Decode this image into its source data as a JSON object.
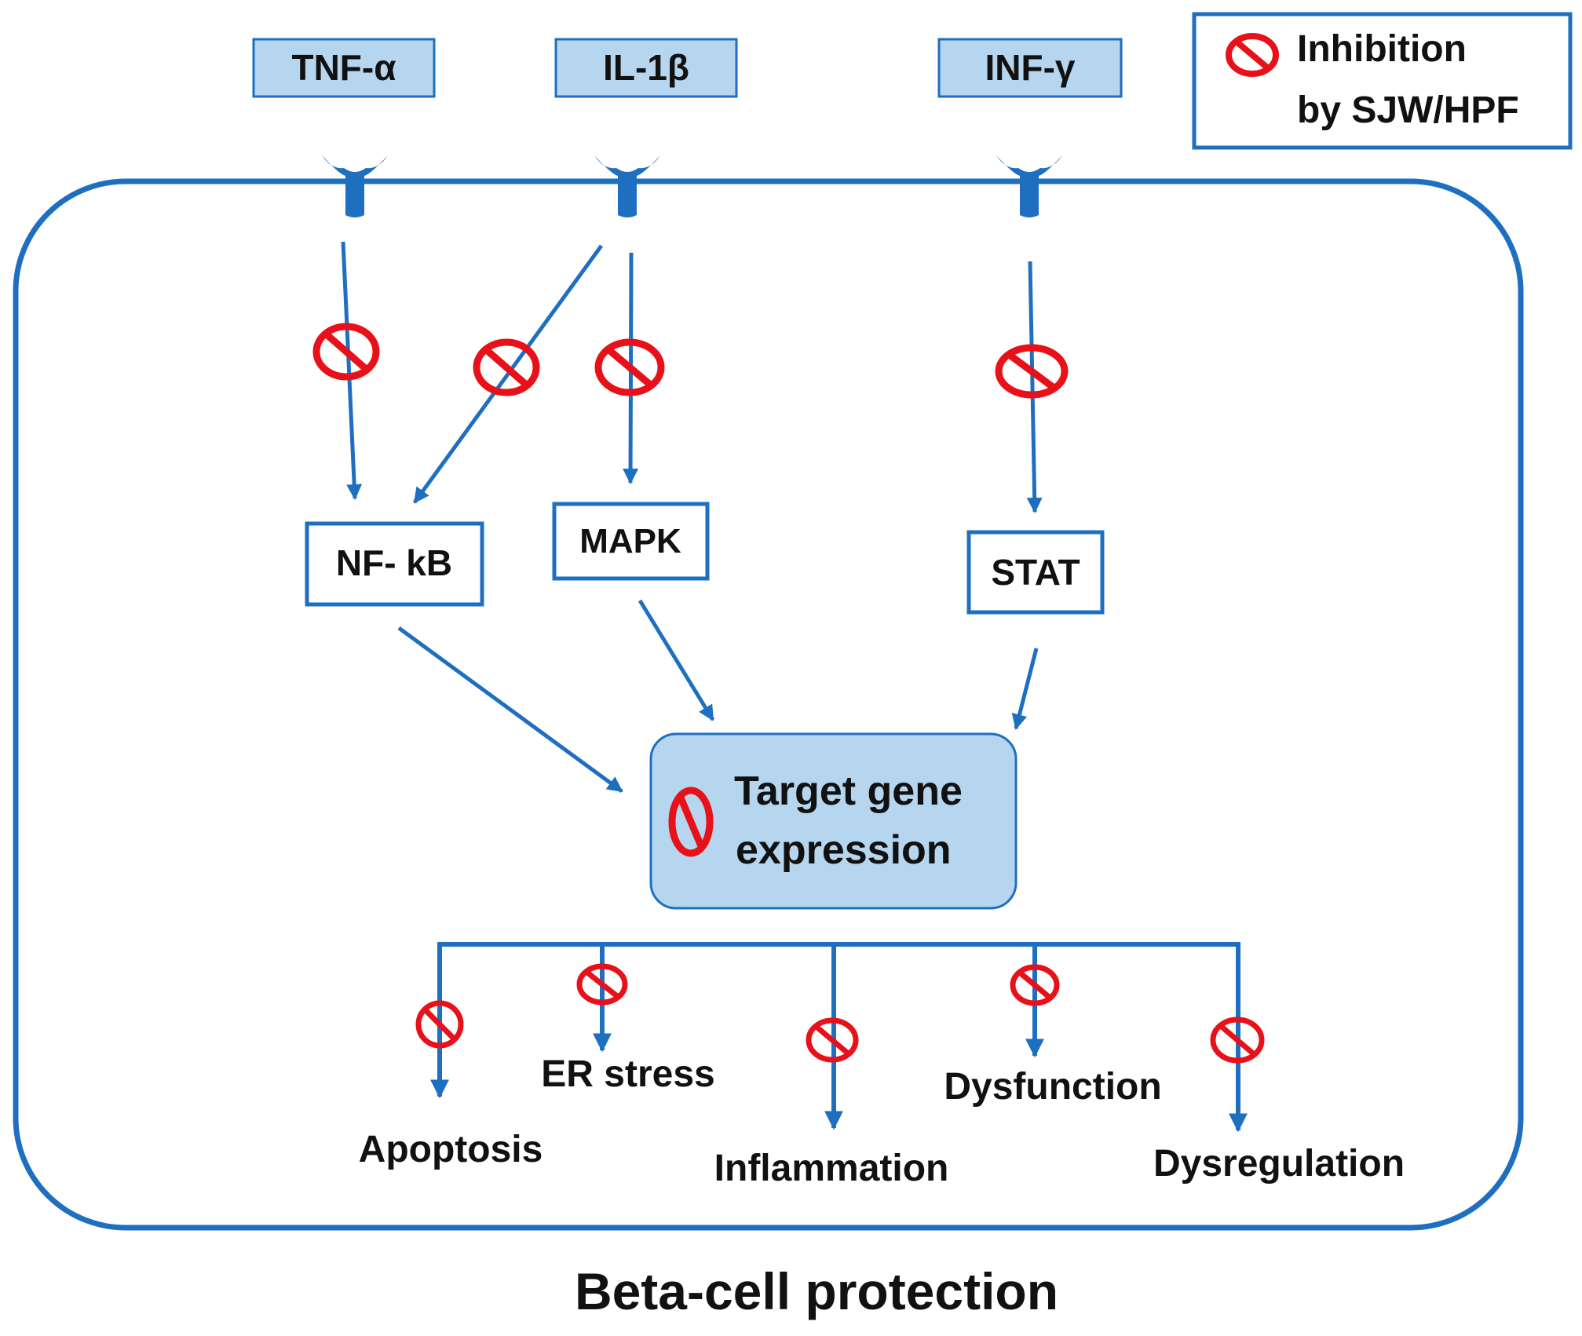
{
  "colors": {
    "line_blue": "#1f6fc0",
    "box_fill": "#b5d6ee",
    "inhibit_red": "#e8111a",
    "text": "#111111",
    "background": "#ffffff"
  },
  "legend": {
    "icon": "inhibition-icon",
    "line1": "Inhibition",
    "line2": "by SJW/HPF"
  },
  "cytokines": {
    "tnf": "TNF-α",
    "il1": "IL-1β",
    "inf": "INF-γ"
  },
  "receptor_icon": "receptor-icon",
  "pathways": {
    "nfkb": "NF- kB",
    "mapk": "MAPK",
    "stat": "STAT"
  },
  "target": {
    "line1": "Target gene",
    "line2": "expression"
  },
  "outcomes": {
    "apoptosis": "Apoptosis",
    "er_stress": "ER stress",
    "inflammation": "Inflammation",
    "dysfunction": "Dysfunction",
    "dysregulation": "Dysregulation"
  },
  "footer_title": "Beta-cell protection"
}
